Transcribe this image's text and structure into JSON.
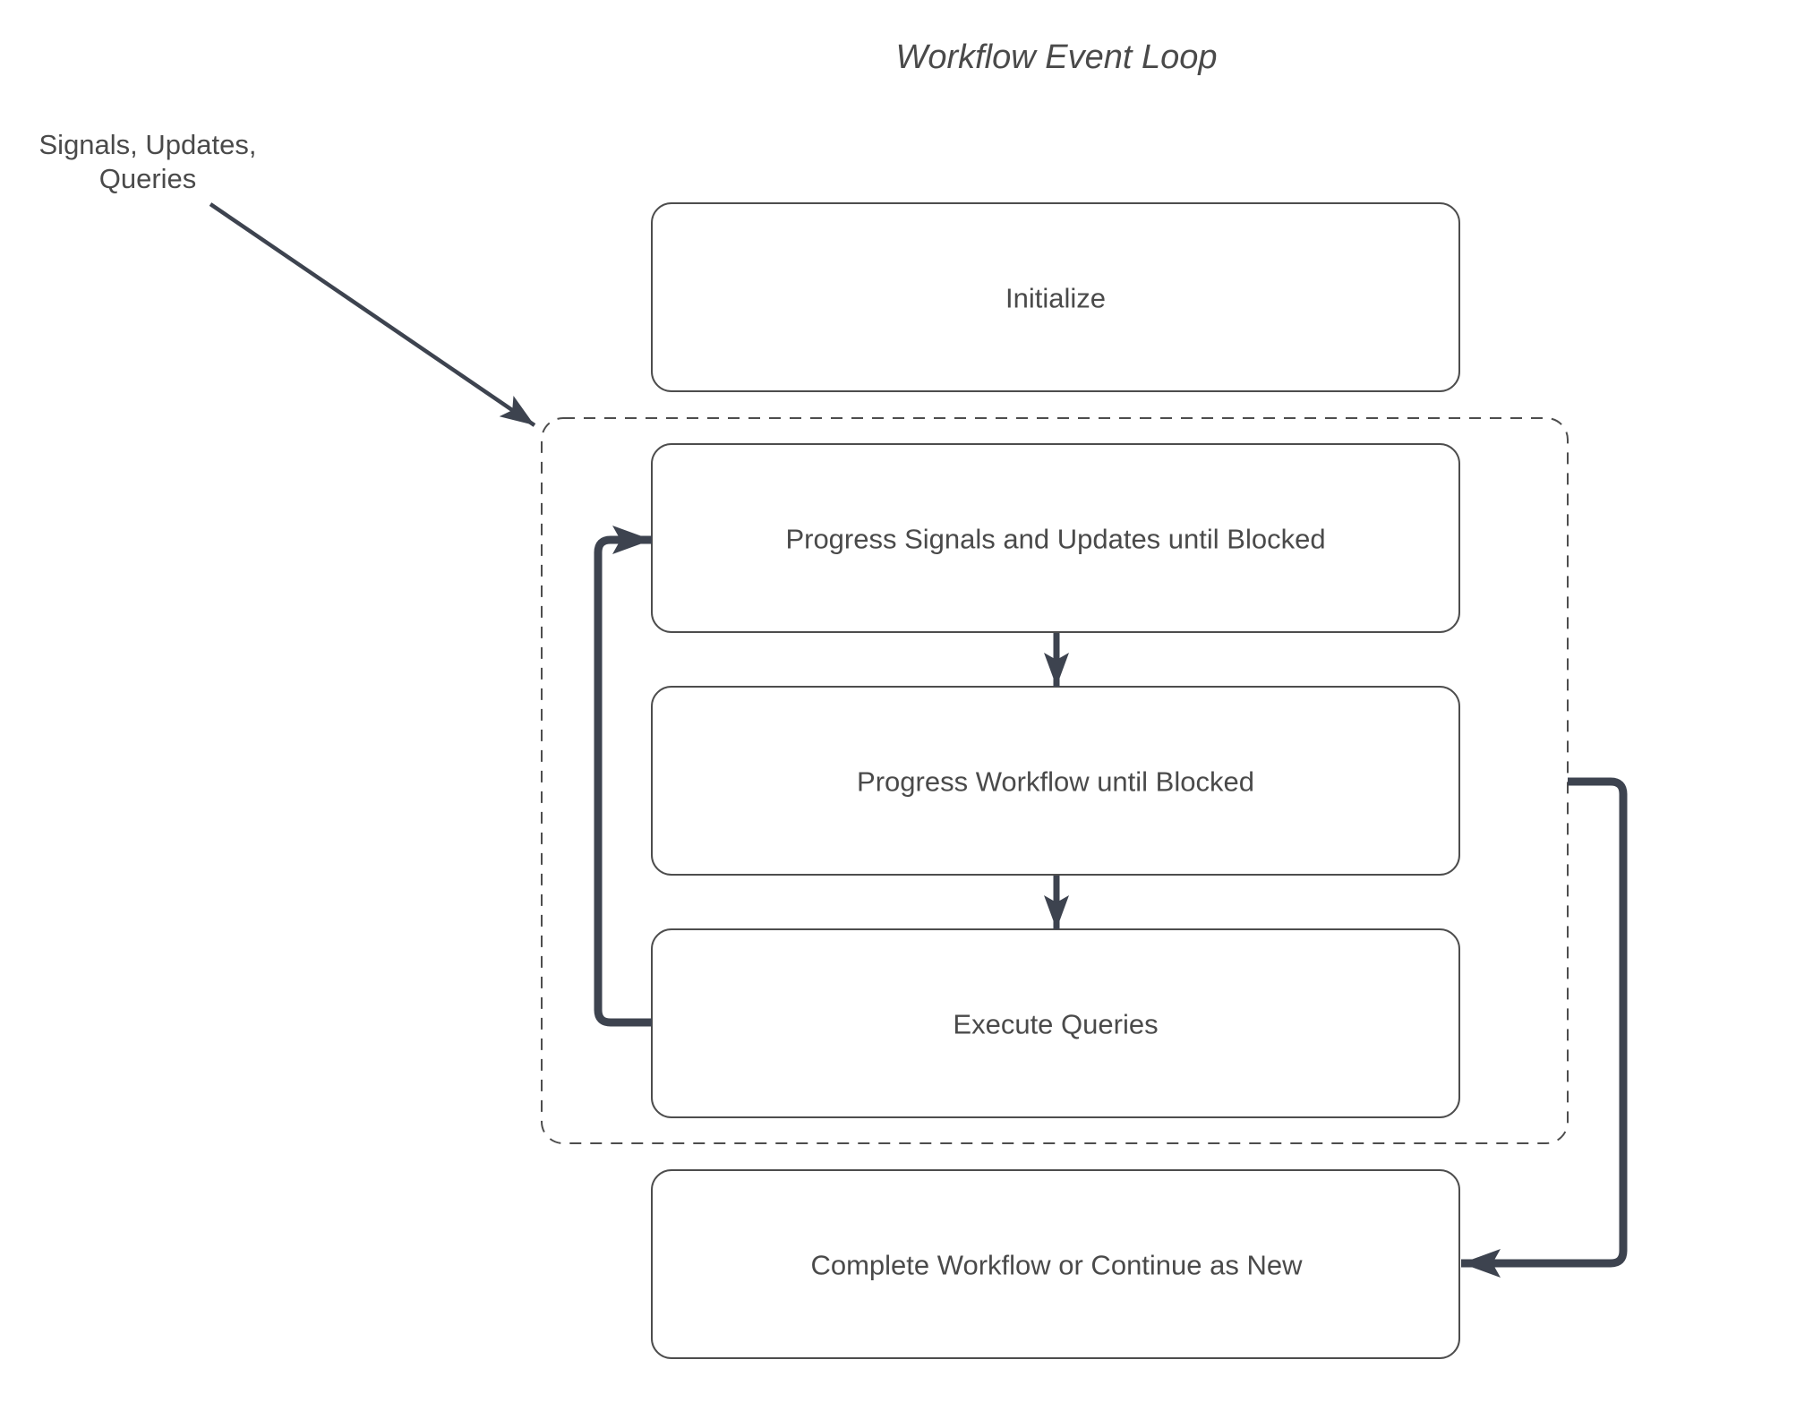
{
  "title": "Workflow Event Loop",
  "side_label": {
    "lines": [
      "Signals, Updates,",
      "Queries"
    ]
  },
  "nodes": [
    {
      "id": "initialize",
      "label": "Initialize"
    },
    {
      "id": "progress-signals-updates",
      "label": "Progress Signals and Updates until Blocked"
    },
    {
      "id": "progress-workflow",
      "label": "Progress Workflow until Blocked"
    },
    {
      "id": "execute-queries",
      "label": "Execute Queries"
    },
    {
      "id": "complete-or-continue",
      "label": "Complete Workflow or Continue as New"
    }
  ],
  "edges": [
    {
      "from": "side-label",
      "to": "event-loop-group",
      "style": "thin-diagonal-arrow"
    },
    {
      "from": "progress-signals-updates",
      "to": "progress-workflow",
      "style": "down-arrow"
    },
    {
      "from": "progress-workflow",
      "to": "execute-queries",
      "style": "down-arrow"
    },
    {
      "from": "execute-queries",
      "to": "progress-signals-updates",
      "style": "thick-left-loop-arrow"
    },
    {
      "from": "progress-workflow",
      "to": "complete-or-continue",
      "style": "thick-right-loop-arrow"
    }
  ],
  "colors": {
    "background": "#ffffff",
    "box_fill": "#ffffff",
    "box_border": "#4d4d4d",
    "text": "#4a4a4a",
    "arrow": "#3d434f"
  }
}
